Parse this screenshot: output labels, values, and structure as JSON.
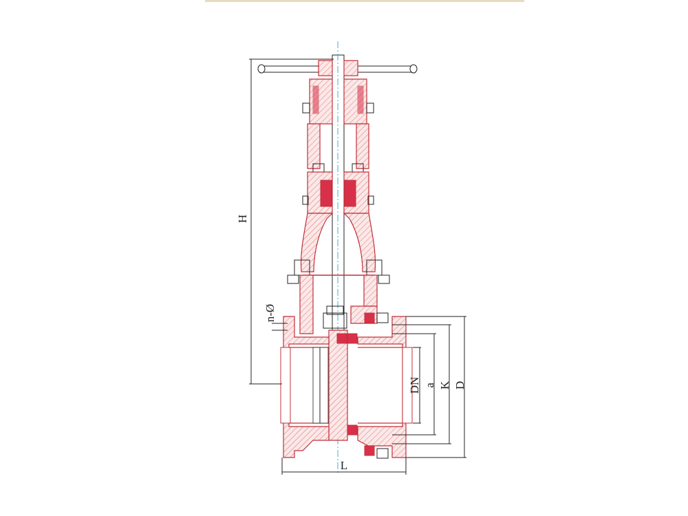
{
  "drawing": {
    "subject": "gate valve sectional drawing",
    "colors": {
      "body": "#c0303a",
      "hatch": "#e07070",
      "dimension": "#222222",
      "centerline": "#3ab0d8",
      "seal": "#d9304a",
      "top_rule": "#e8dcc0"
    }
  },
  "dimensions": {
    "height": "H",
    "length": "L",
    "bolt_holes": "n-Ø",
    "nominal_diameter": "DN",
    "seal_diameter": "a",
    "bolt_circle": "K",
    "flange_diameter": "D"
  }
}
